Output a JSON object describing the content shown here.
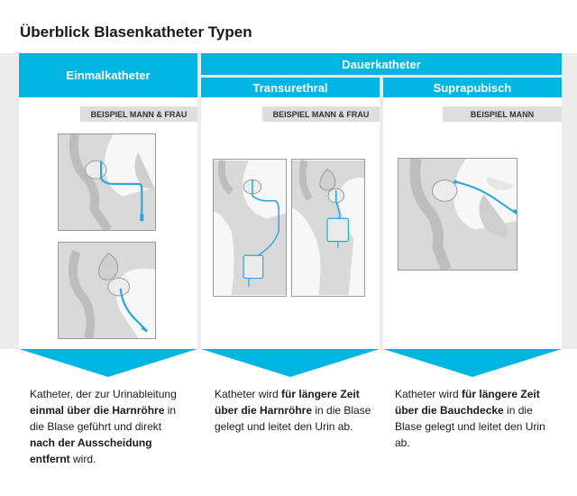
{
  "title": "Überblick Blasenkatheter Typen",
  "colors": {
    "accent": "#00b5e2",
    "panel": "#ececec",
    "badge": "#dedede",
    "catheter": "#2aa7de"
  },
  "columns": [
    {
      "header": "Einmalkatheter",
      "badge": "BEISPIEL MANN & FRAU",
      "images": [
        "einmalkatheter-mann-illustration",
        "einmalkatheter-frau-illustration"
      ],
      "description": [
        {
          "t": "Katheter, der zur Urinableitung ",
          "b": false
        },
        {
          "t": "einmal über die Harnröhre",
          "b": true
        },
        {
          "t": " in die Blase geführt und direkt ",
          "b": false
        },
        {
          "t": "nach der Ausscheidung entfernt",
          "b": true
        },
        {
          "t": " wird.",
          "b": false
        }
      ]
    },
    {
      "group": "Dauerkatheter",
      "header": "Transurethral",
      "badge": "BEISPIEL MANN & FRAU",
      "images": [
        "transurethral-mann-illustration",
        "transurethral-frau-illustration"
      ],
      "description": [
        {
          "t": "Katheter wird ",
          "b": false
        },
        {
          "t": "für längere Zeit über die Harnröhre",
          "b": true
        },
        {
          "t": " in die Blase gelegt und leitet den Urin ab.",
          "b": false
        }
      ]
    },
    {
      "group": "Dauerkatheter",
      "header": "Suprapubisch",
      "badge": "BEISPIEL MANN",
      "images": [
        "suprapubisch-mann-illustration"
      ],
      "description": [
        {
          "t": "Katheter wird ",
          "b": false
        },
        {
          "t": "für längere Zeit über die Bauchdecke",
          "b": true
        },
        {
          "t": " in die Blase gelegt und leitet den Urin ab.",
          "b": false
        }
      ]
    }
  ],
  "group_header": "Dauerkatheter"
}
